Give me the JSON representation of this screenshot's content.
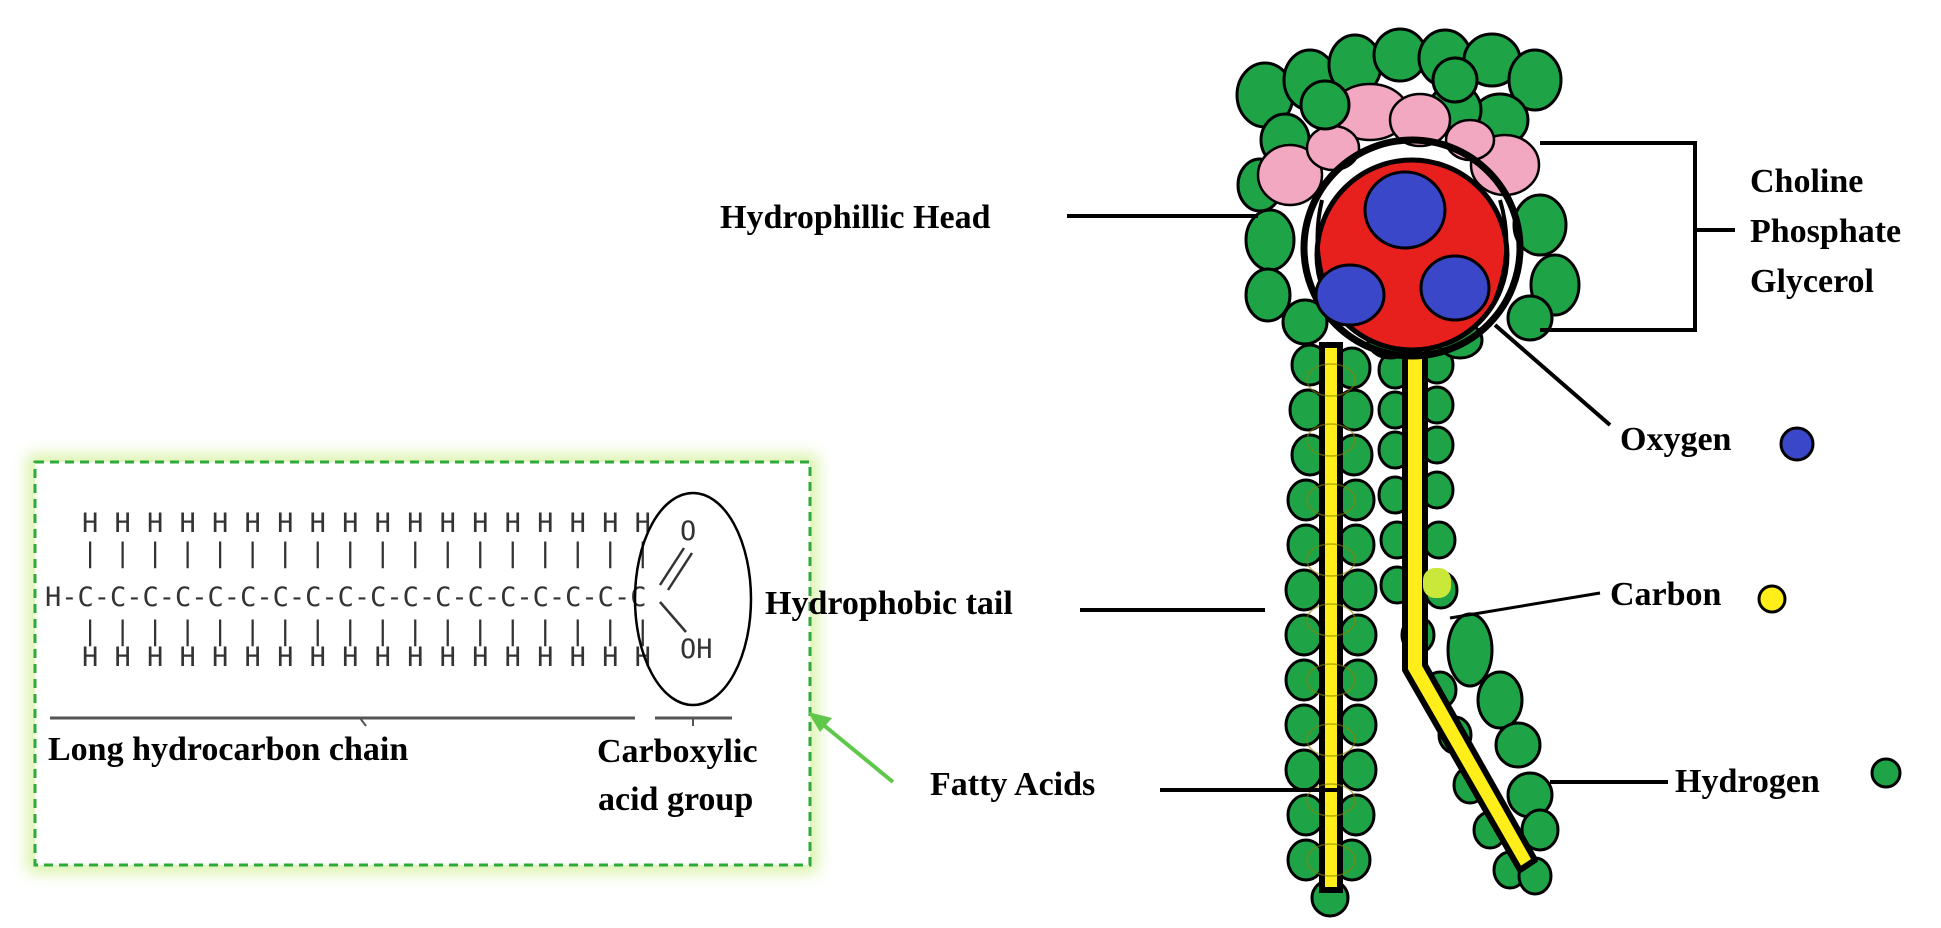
{
  "labels": {
    "hydrophilic_head": "Hydrophillic Head",
    "choline": "Choline",
    "phosphate": "Phosphate",
    "glycerol": "Glycerol",
    "oxygen": "Oxygen",
    "carbon": "Carbon",
    "hydrophobic_tail": "Hydrophobic tail",
    "hydrogen": "Hydrogen",
    "fatty_acids": "Fatty Acids"
  },
  "inset": {
    "h_row": "H H H H H H H H H H H H H H H H H H",
    "chain_row": "H-C-C-C-C-C-C-C-C-C-C-C-C-C-C-C-C-C-C",
    "tick_row": "| | | | | | | | | | | | | | | | | |",
    "o_top": "O",
    "oh_bottom": "OH",
    "chain_label": "Long hydrocarbon chain",
    "acid_label_1": "Carboxylic",
    "acid_label_2": "acid group"
  },
  "colors": {
    "hydrogen": "#1fa347",
    "oxygen": "#3a47c8",
    "carbon": "#ffee1a",
    "glycerol": "#e8201d",
    "choline": "#f2a8c0",
    "inset_border": "#2eaa3a",
    "inset_glow": "#d8f5a0"
  }
}
